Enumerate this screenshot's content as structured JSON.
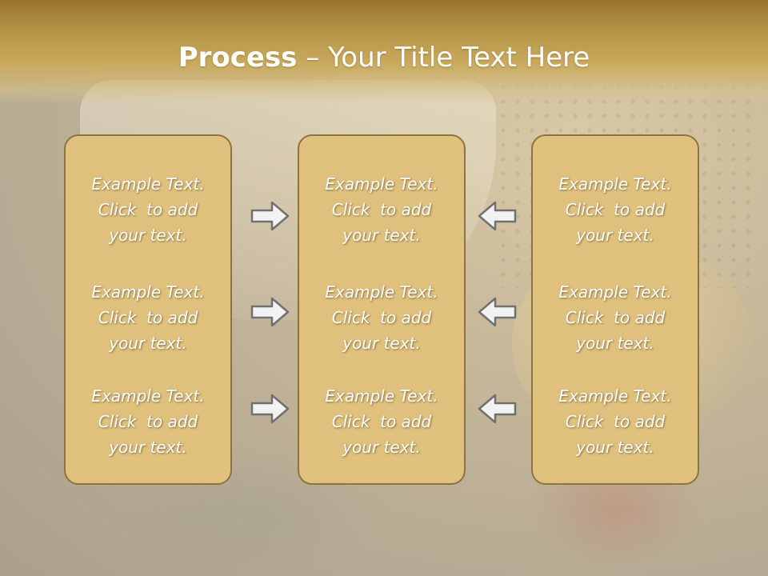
{
  "title": {
    "bold": "Process",
    "rest": " – Your Title Text Here"
  },
  "columns": [
    {
      "cells": [
        {
          "line1": "Example Text.",
          "line2": "Click  to add",
          "line3": "your text."
        },
        {
          "line1": "Example Text.",
          "line2": "Click  to add",
          "line3": "your text."
        },
        {
          "line1": "Example Text.",
          "line2": "Click  to add",
          "line3": "your text."
        }
      ]
    },
    {
      "cells": [
        {
          "line1": "Example Text.",
          "line2": "Click  to add",
          "line3": "your text."
        },
        {
          "line1": "Example Text.",
          "line2": "Click  to add",
          "line3": "your text."
        },
        {
          "line1": "Example Text.",
          "line2": "Click  to add",
          "line3": "your text."
        }
      ]
    },
    {
      "cells": [
        {
          "line1": "Example Text.",
          "line2": "Click  to add",
          "line3": "your text."
        },
        {
          "line1": "Example Text.",
          "line2": "Click  to add",
          "line3": "your text."
        },
        {
          "line1": "Example Text.",
          "line2": "Click  to add",
          "line3": "your text."
        }
      ]
    }
  ],
  "icons": {
    "left_arrows": "arrow-right-icon",
    "right_arrows": "arrow-left-icon"
  },
  "colors": {
    "header": "#b08f42",
    "box_fill": "#dfc07c",
    "box_border": "#8c7440",
    "arrow_fill": "#f2f2f2",
    "arrow_stroke": "#707070"
  }
}
